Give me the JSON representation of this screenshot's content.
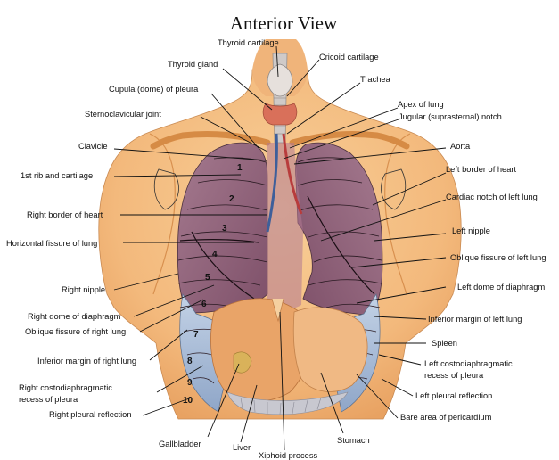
{
  "title": "Anterior View",
  "labels": {
    "thyroid_cartilage": "Thyroid cartilage",
    "cricoid_cartilage": "Cricoid cartilage",
    "thyroid_gland": "Thyroid gland",
    "trachea": "Trachea",
    "cupula_of_pleura": "Cupula (dome) of pleura",
    "apex_of_lung": "Apex of lung",
    "jugular_notch": "Jugular (suprasternal) notch",
    "sternoclavicular_joint": "Sternoclavicular joint",
    "clavicle": "Clavicle",
    "aorta": "Aorta",
    "left_border_of_heart": "Left border of heart",
    "first_rib": "1st rib and cartilage",
    "cardiac_notch": "Cardiac notch of left lung",
    "right_border_of_heart": "Right border of heart",
    "left_nipple": "Left nipple",
    "horizontal_fissure": "Horizontal fissure of lung",
    "oblique_fissure_left": "Oblique fissure of left lung",
    "right_nipple": "Right nipple",
    "left_dome_diaphragm": "Left dome of diaphragm",
    "right_dome_diaphragm": "Right dome of diaphragm",
    "oblique_fissure_right": "Oblique fissure of right lung",
    "inferior_margin_left": "Inferior margin of left lung",
    "spleen": "Spleen",
    "inferior_margin_right": "Inferior margin of right lung",
    "left_costodiaphragmatic_1": "Left costodiaphragmatic",
    "left_costodiaphragmatic_2": "recess of pleura",
    "right_costodiaphragmatic_1": "Right costodiaphragmatic",
    "right_costodiaphragmatic_2": "recess of pleura",
    "left_pleural_reflection": "Left pleural reflection",
    "right_pleural_reflection": "Right pleural reflection",
    "bare_area_pericardium": "Bare area of pericardium",
    "gallbladder": "Gallbladder",
    "liver": "Liver",
    "stomach": "Stomach",
    "xiphoid_process": "Xiphoid process"
  },
  "rib_numbers": [
    "1",
    "2",
    "3",
    "4",
    "5",
    "6",
    "7",
    "8",
    "9",
    "10"
  ],
  "colors": {
    "skin": "#f3b97c",
    "skin_shadow": "#e39a5a",
    "lung": "#9c6e83",
    "lung_dark": "#7d4e68",
    "pleura": "#a9bdd8",
    "liver": "#e7a366",
    "stomach": "#efb77e",
    "intestine": "#c7c7cf",
    "trachea": "#d8d4d2"
  }
}
